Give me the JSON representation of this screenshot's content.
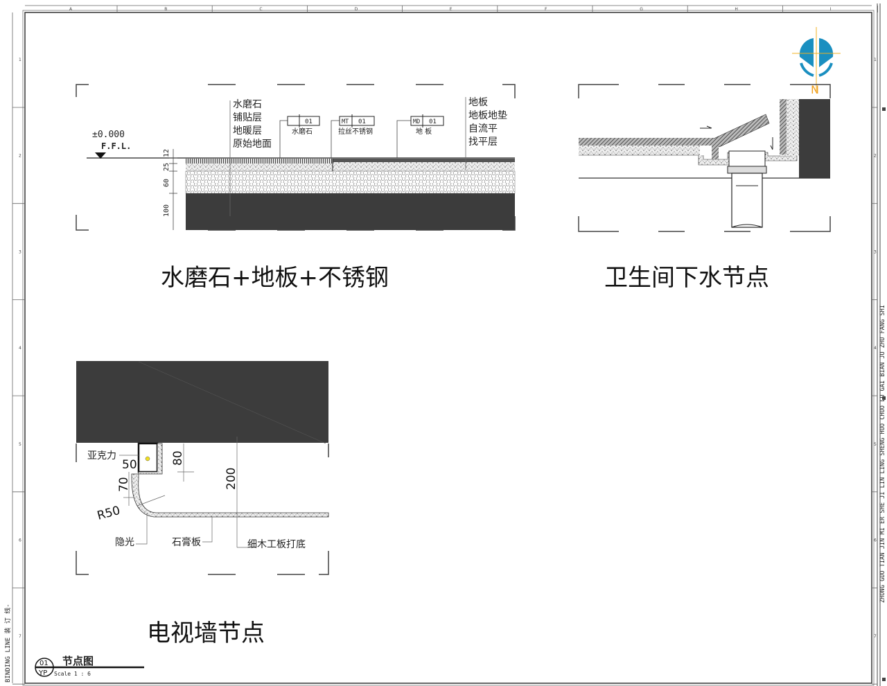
{
  "frame": {
    "column_labels": [
      "A",
      "B",
      "C",
      "D",
      "E",
      "F",
      "G",
      "H",
      "I"
    ],
    "row_labels": [
      "1",
      "2",
      "3",
      "4",
      "5",
      "6",
      "7"
    ],
    "binding_line": "BINDING LINE  装 订 线-",
    "side_text": "ZHONG GUO TIAN JIN MI ER SHE JI LIN LING SHENG HUO CHUO LU GAI BIAN JU ZHU FANG SHI",
    "compass_label": "N",
    "colors": {
      "compass": "#1a8fc0",
      "compass_lines": "#f0b020",
      "slab": "#3c3c3c"
    }
  },
  "detail_floor": {
    "title": "水磨石+地板+不锈钢",
    "level": "±0.000",
    "ffl": "F.F.L.",
    "dimensions": [
      "12",
      "25",
      "60",
      "100"
    ],
    "layers_left": [
      "水磨石",
      "铺贴层",
      "地暖层",
      "原始地面"
    ],
    "layers_right": [
      "地板",
      "地板地垫",
      "自流平",
      "找平层"
    ],
    "tags": [
      {
        "code": "",
        "num": "01",
        "name": "水磨石"
      },
      {
        "code": "MT",
        "num": "01",
        "name": "拉丝不锈钢"
      },
      {
        "code": "MD",
        "num": "01",
        "name": "地  板"
      }
    ]
  },
  "detail_bathroom": {
    "title": "卫生间下水节点"
  },
  "detail_tv": {
    "title": "电视墙节点",
    "labels": {
      "acrylic": "亚克力",
      "hidden_light": "隐光",
      "gypsum": "石膏板",
      "blockboard": "细木工板打底"
    },
    "dimensions": {
      "d50": "50",
      "d70": "70",
      "d80": "80",
      "d200": "200",
      "r50": "R50"
    }
  },
  "sheet": {
    "number": "01",
    "code": "YP",
    "title": "节点图",
    "scale": "Scale 1 : 6"
  }
}
